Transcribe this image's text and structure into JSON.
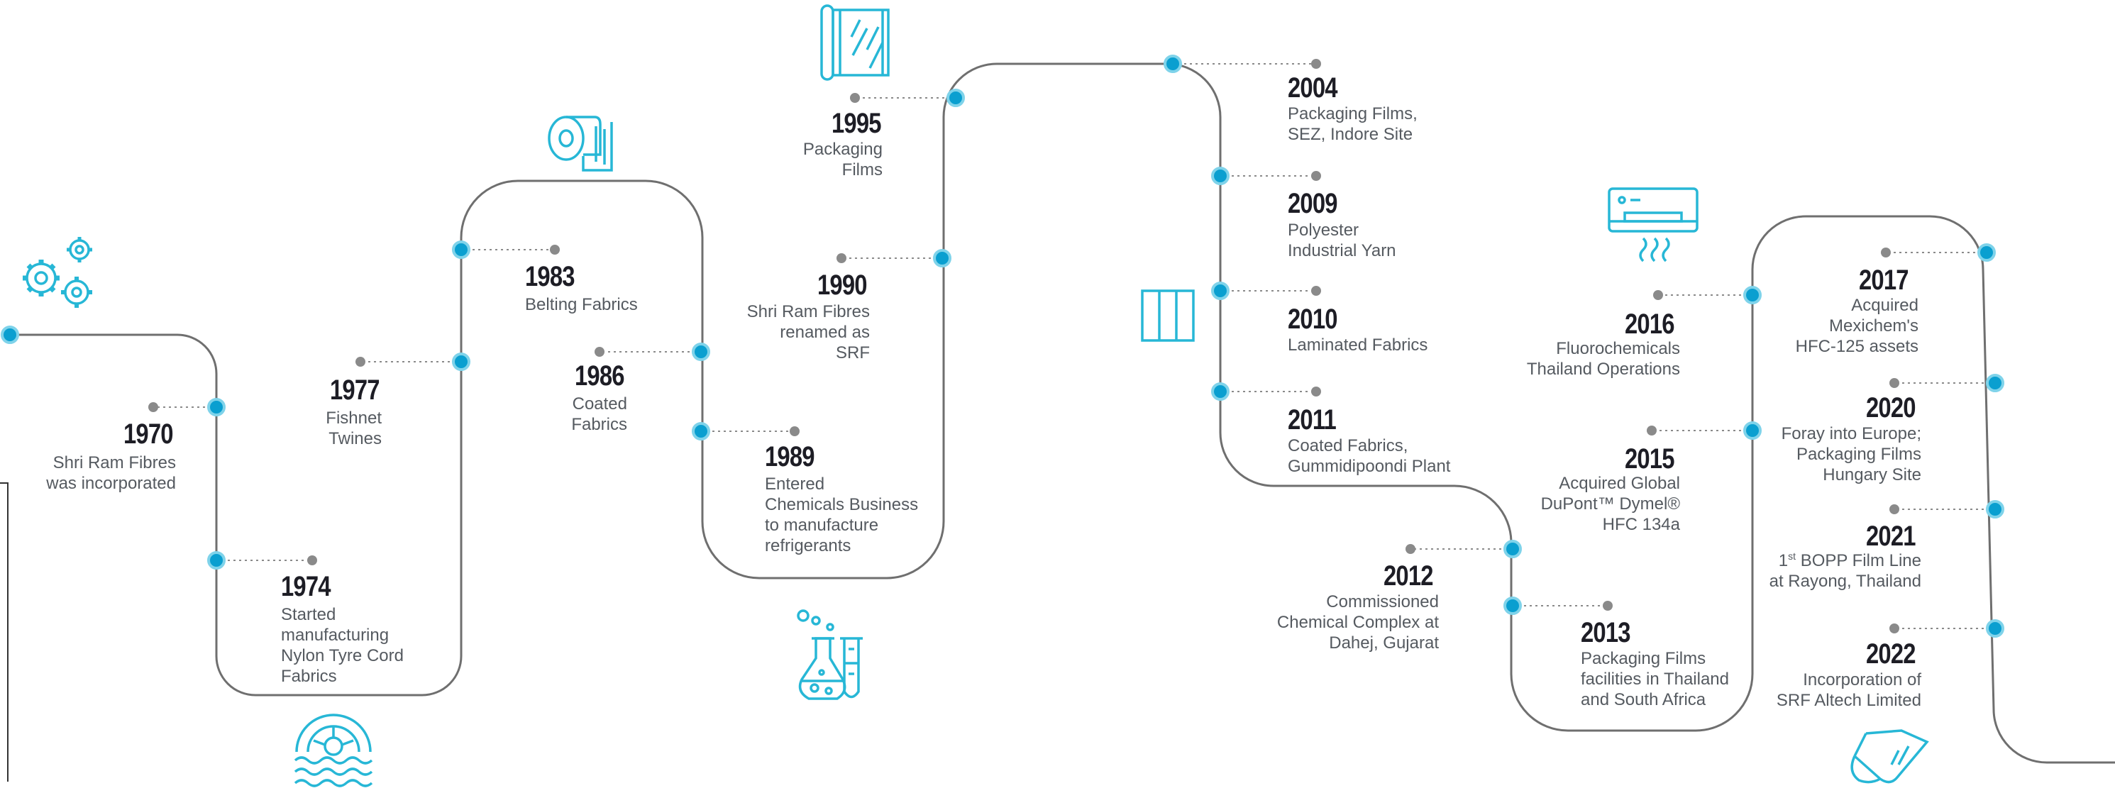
{
  "colors": {
    "accent": "#27b7d6",
    "accent_dark": "#0a86b5",
    "path": "#6f6f6f",
    "leader": "#8a8a8a",
    "year": "#1d1d25",
    "text": "#555a60"
  },
  "milestones": [
    {
      "year": "1970",
      "desc": "Shri Ram Fibres\nwas incorporated"
    },
    {
      "year": "1974",
      "desc": "Started\nmanufacturing\nNylon Tyre Cord\nFabrics"
    },
    {
      "year": "1977",
      "desc": "Fishnet\nTwines"
    },
    {
      "year": "1983",
      "desc": "Belting Fabrics"
    },
    {
      "year": "1986",
      "desc": "Coated\nFabrics"
    },
    {
      "year": "1989",
      "desc": "Entered\nChemicals Business\nto manufacture\nrefrigerants"
    },
    {
      "year": "1990",
      "desc": "Shri Ram Fibres\nrenamed as\nSRF"
    },
    {
      "year": "1995",
      "desc": "Packaging\nFilms"
    },
    {
      "year": "2004",
      "desc": "Packaging Films,\nSEZ, Indore Site"
    },
    {
      "year": "2009",
      "desc": "Polyester\nIndustrial Yarn"
    },
    {
      "year": "2010",
      "desc": "Laminated Fabrics"
    },
    {
      "year": "2011",
      "desc": "Coated Fabrics,\nGummidipoondi Plant"
    },
    {
      "year": "2012",
      "desc": "Commissioned\nChemical Complex at\nDahej, Gujarat"
    },
    {
      "year": "2013",
      "desc": "Packaging Films\nfacilities in Thailand\nand South Africa"
    },
    {
      "year": "2015",
      "desc": "Acquired Global\nDuPont™ Dymel®\nHFC 134a"
    },
    {
      "year": "2016",
      "desc": "Fluorochemicals\nThailand Operations"
    },
    {
      "year": "2017",
      "desc": "Acquired\nMexichem's\nHFC-125 assets"
    },
    {
      "year": "2020",
      "desc": "Foray into Europe;\nPackaging Films\nHungary Site"
    },
    {
      "year": "2021",
      "desc": "1st BOPP Film Line\nat Rayong, Thailand"
    },
    {
      "year": "2022",
      "desc": "Incorporation of\nSRF Altech Limited"
    }
  ],
  "icons": [
    "gears-icon",
    "tyre-icon",
    "fabric-roll-icon",
    "flask-icon",
    "film-roll-icon",
    "panels-icon",
    "air-conditioner-icon",
    "film-sheet-icon"
  ]
}
